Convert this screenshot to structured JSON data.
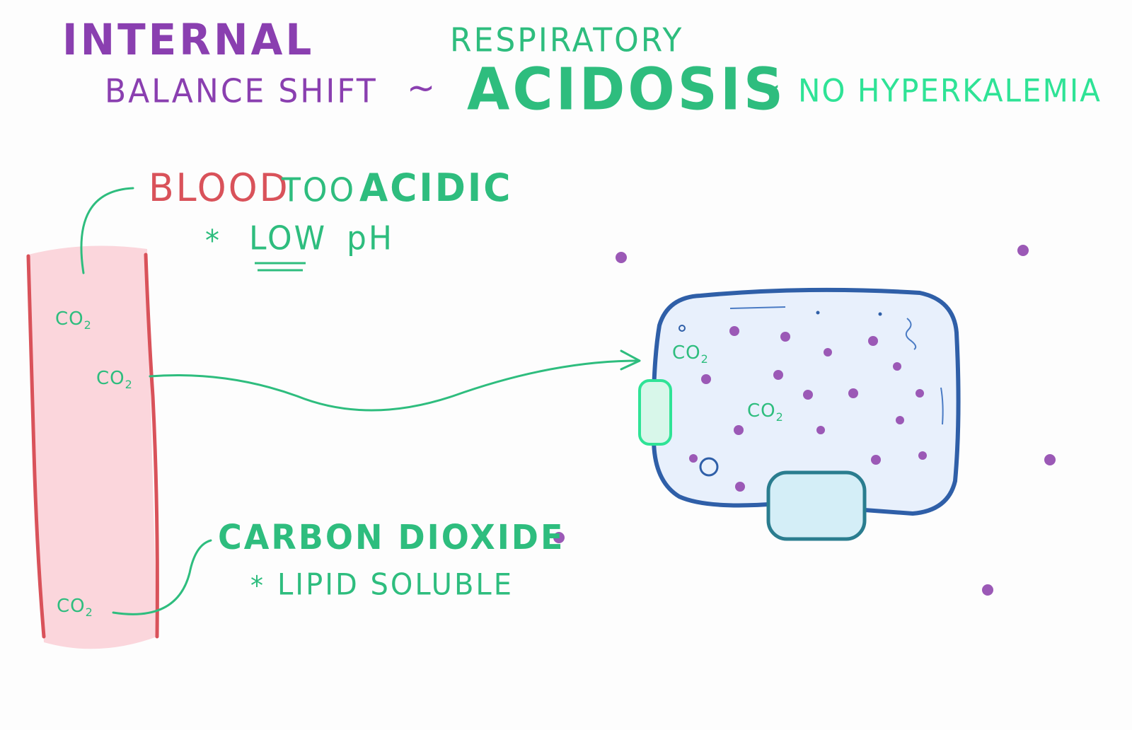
{
  "title": {
    "internal": "INTERNAL",
    "balance_shift": "BALANCE SHIFT",
    "tilde": "~",
    "respiratory": "RESPIRATORY",
    "acidosis": "ACIDOSIS",
    "no_hyperkalemia": "NO HYPERKALEMIA"
  },
  "blood_note": {
    "blood": "BLOOD",
    "too": "TOO",
    "acidic": "ACIDIC",
    "star": "*",
    "low": "LOW",
    "ph": "pH"
  },
  "co2_note": {
    "title": "CARBON DIOXIDE",
    "star": "*",
    "detail": "LIPID SOLUBLE"
  },
  "co2_labels": {
    "main": "CO",
    "sub": "2"
  },
  "colors": {
    "purple_text": "#8a3fb0",
    "green_text": "#2ebd7e",
    "bright_green": "#2fe396",
    "blood_red": "#d9525a",
    "vessel_fill": "#fbd6dc",
    "cell_fill": "#e8f0fc",
    "cell_border": "#2f5fa8",
    "particle": "#9b59b6"
  }
}
